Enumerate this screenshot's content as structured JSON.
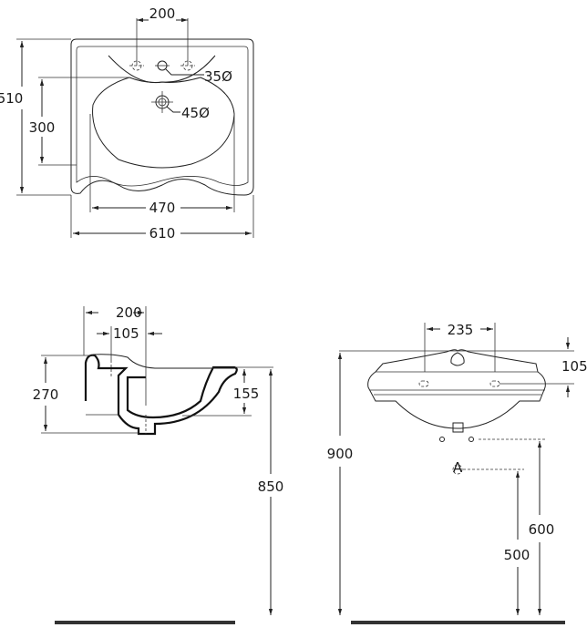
{
  "top_view": {
    "tap_spacing": "200",
    "depth_total": "510",
    "bowl_depth": "300",
    "tap_hole_dia": "35Ø",
    "waste_hole_dia": "45Ø",
    "bowl_width": "470",
    "width_total": "610"
  },
  "side_view": {
    "back_to_tap": "200",
    "back_to_tap_inner": "105",
    "height_total": "270",
    "front_height": "155",
    "mount_height": "850"
  },
  "front_view": {
    "tap_spacing": "235",
    "tap_drop": "105",
    "top_height": "900",
    "supply_height": "600",
    "waste_height": "500",
    "supply_marker": "A"
  },
  "colors": {
    "line": "#222222",
    "floor": "#333333"
  }
}
